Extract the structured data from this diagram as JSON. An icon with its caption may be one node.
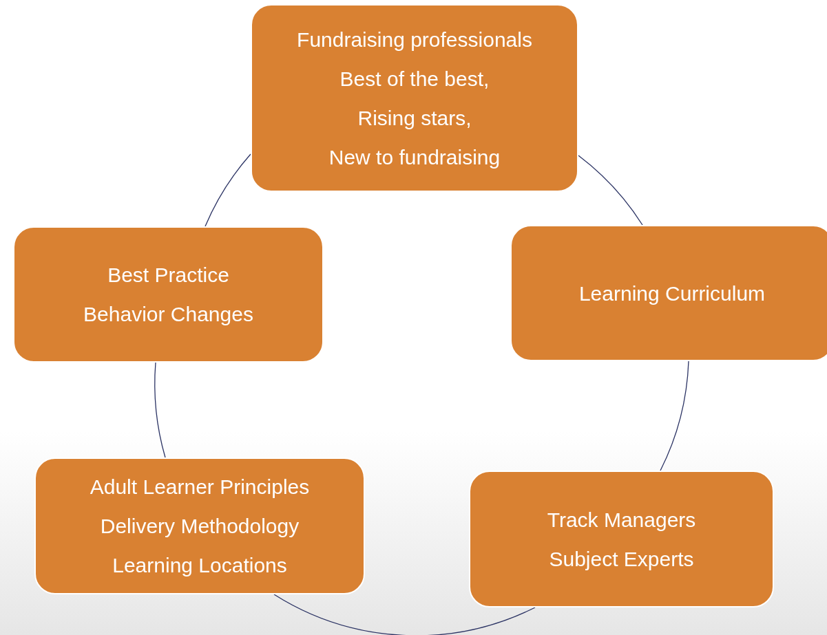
{
  "diagram": {
    "nodes": [
      {
        "text": [
          "Fundraising professionals",
          "Best of the best,",
          "Rising stars,",
          "New to fundraising"
        ]
      },
      {
        "text": [
          "Learning Curriculum"
        ]
      },
      {
        "text": [
          "Track Managers",
          "Subject Experts"
        ]
      },
      {
        "text": [
          "Adult Learner Principles",
          "Delivery Methodology",
          "Learning Locations"
        ]
      },
      {
        "text": [
          "Best Practice",
          "Behavior Changes"
        ]
      }
    ],
    "edges": [
      {
        "from": 0,
        "to": 1,
        "arrow": "none"
      },
      {
        "from": 1,
        "to": 2,
        "arrow": "none"
      },
      {
        "from": 2,
        "to": 3,
        "arrow": "none"
      },
      {
        "from": 3,
        "to": 4,
        "arrow": "none"
      },
      {
        "from": 4,
        "to": 0,
        "arrow": "none"
      }
    ]
  }
}
